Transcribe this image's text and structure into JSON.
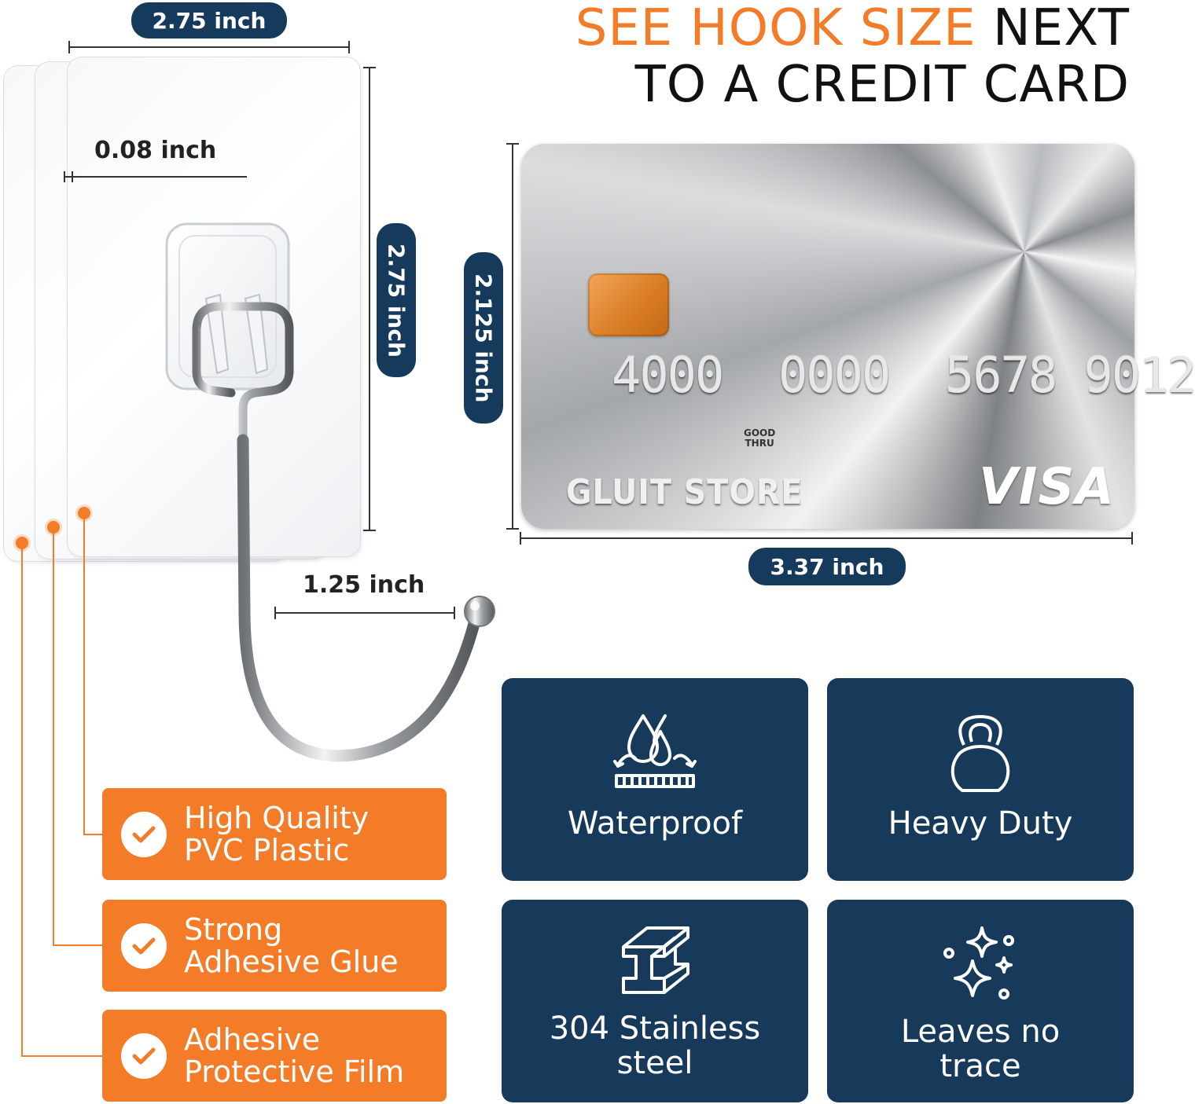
{
  "title": {
    "line1_accent": "SEE HOOK SIZE",
    "line1_rest": "NEXT",
    "line2": "TO A CREDIT CARD"
  },
  "dimensions": {
    "hook_width": "2.75 inch",
    "hook_height": "2.75 inch",
    "thickness": "0.08 inch",
    "hook_depth": "1.25 inch",
    "card_height": "2.125 inch",
    "card_width": "3.37 inch"
  },
  "card": {
    "number": "4000  0000  5678 9012",
    "good_thru_line1": "GOOD",
    "good_thru_line2": "THRU",
    "name": "GLUIT STORE",
    "brand": "VISA"
  },
  "layers": [
    {
      "line1": "High Quality",
      "line2": "PVC Plastic"
    },
    {
      "line1": "Strong",
      "line2": "Adhesive Glue"
    },
    {
      "line1": "Adhesive",
      "line2": "Protective Film"
    }
  ],
  "features": [
    {
      "icon": "waterproof-icon",
      "line1": "Waterproof",
      "line2": ""
    },
    {
      "icon": "kettlebell-icon",
      "line1": "Heavy Duty",
      "line2": ""
    },
    {
      "icon": "steel-beam-icon",
      "line1": "304 Stainless",
      "line2": "steel"
    },
    {
      "icon": "sparkles-icon",
      "line1": "Leaves no",
      "line2": "trace"
    }
  ],
  "colors": {
    "accent_orange": "#f47c28",
    "navy": "#17395a",
    "pill_navy": "#153a5b"
  }
}
